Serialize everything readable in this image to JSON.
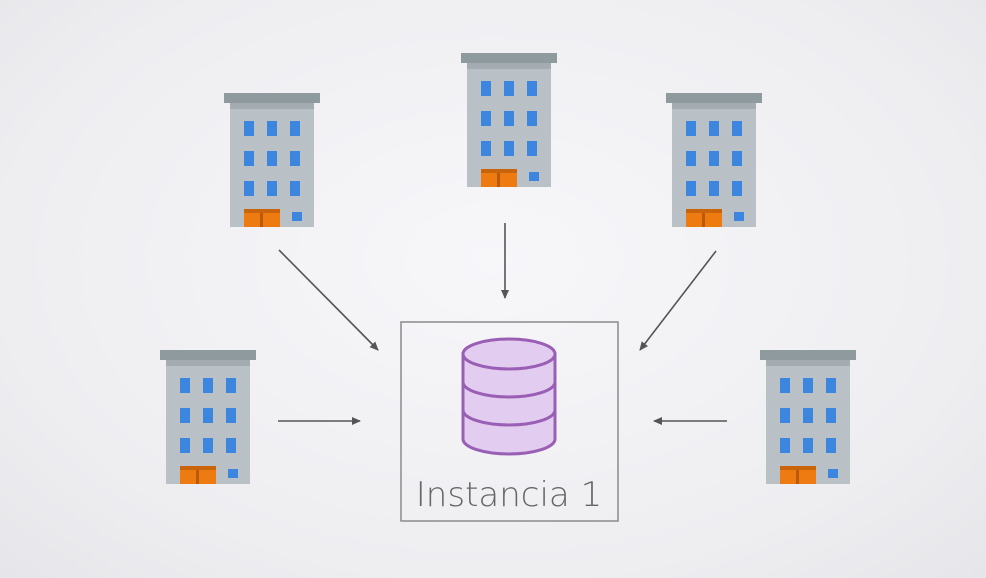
{
  "diagram": {
    "instance_label": "Instancia 1",
    "colors": {
      "background": "#eeeef1",
      "box_border": "#8a8a8a",
      "arrow": "#555555",
      "database_fill": "#e2cdf0",
      "database_stroke": "#9a5fb5",
      "building_body": "#b9c0c6",
      "building_roof": "#8f9a9e",
      "building_window": "#3d86e0",
      "building_door": "#ee7b11",
      "label_text": "#666666"
    },
    "nodes": [
      {
        "name": "building-top-left",
        "icon": "office-building-icon"
      },
      {
        "name": "building-top-center",
        "icon": "office-building-icon"
      },
      {
        "name": "building-top-right",
        "icon": "office-building-icon"
      },
      {
        "name": "building-middle-left",
        "icon": "office-building-icon"
      },
      {
        "name": "building-middle-right",
        "icon": "office-building-icon"
      },
      {
        "name": "database-instance",
        "icon": "database-icon"
      }
    ]
  }
}
